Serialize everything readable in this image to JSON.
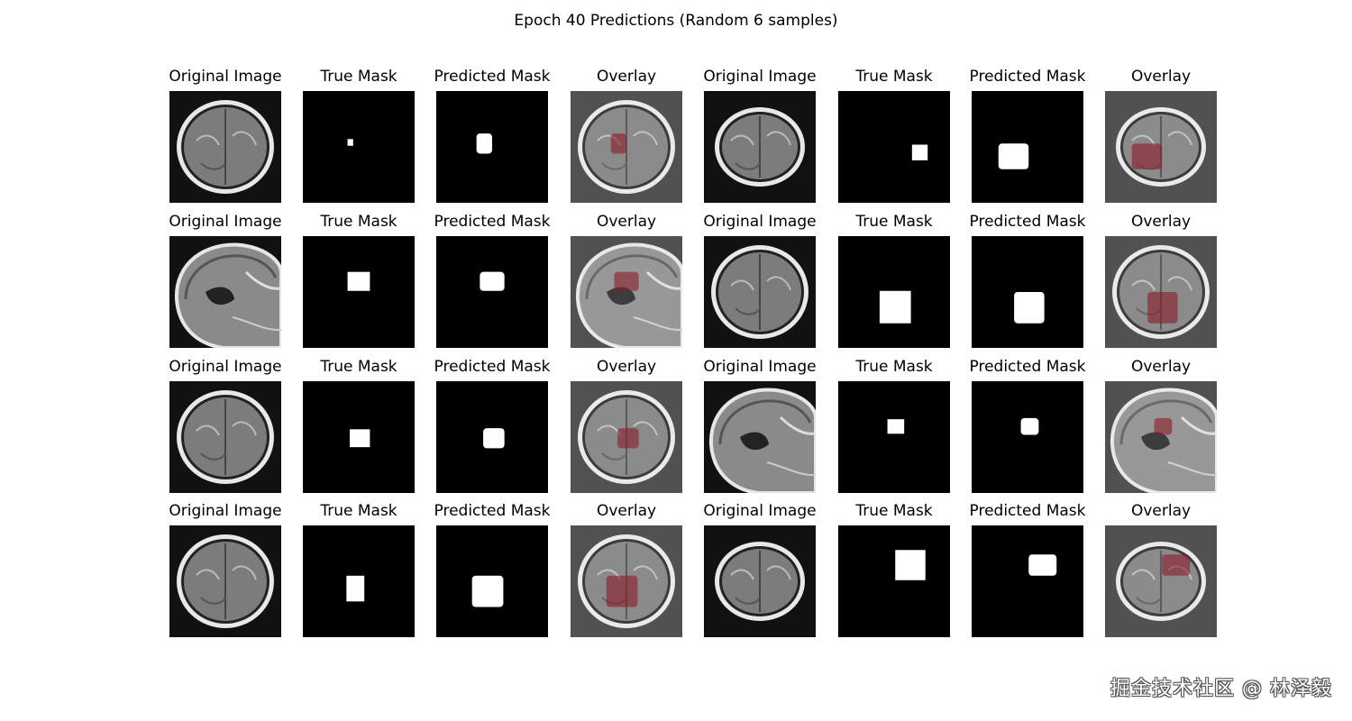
{
  "figure": {
    "title": "Epoch 40 Predictions (Random 6 samples)",
    "panel_titles": [
      "Original Image",
      "True Mask",
      "Predicted Mask",
      "Overlay"
    ],
    "colors": {
      "mask": "#ffffff",
      "background": "#000000",
      "overlay": "#8b1a2a"
    }
  },
  "samples": [
    {
      "mri": "axial-skull",
      "true_box": [
        0.4,
        0.43,
        0.05,
        0.06
      ],
      "pred_box": [
        0.36,
        0.38,
        0.14,
        0.18
      ]
    },
    {
      "mri": "axial-round",
      "true_box": [
        0.66,
        0.48,
        0.14,
        0.14
      ],
      "pred_box": [
        0.24,
        0.47,
        0.27,
        0.23
      ]
    },
    {
      "mri": "sagittal",
      "true_box": [
        0.4,
        0.32,
        0.2,
        0.17
      ],
      "pred_box": [
        0.39,
        0.32,
        0.22,
        0.17
      ]
    },
    {
      "mri": "axial-skull",
      "true_box": [
        0.37,
        0.49,
        0.28,
        0.29
      ],
      "pred_box": [
        0.38,
        0.5,
        0.27,
        0.28
      ]
    },
    {
      "mri": "axial-skull",
      "true_box": [
        0.42,
        0.43,
        0.18,
        0.16
      ],
      "pred_box": [
        0.42,
        0.42,
        0.19,
        0.18
      ]
    },
    {
      "mri": "sagittal",
      "true_box": [
        0.44,
        0.34,
        0.15,
        0.13
      ],
      "pred_box": [
        0.44,
        0.33,
        0.16,
        0.15
      ]
    },
    {
      "mri": "axial-skull",
      "true_box": [
        0.39,
        0.45,
        0.16,
        0.23
      ],
      "pred_box": [
        0.32,
        0.45,
        0.28,
        0.28
      ]
    },
    {
      "mri": "axial-round",
      "true_box": [
        0.51,
        0.22,
        0.27,
        0.27
      ],
      "pred_box": [
        0.51,
        0.26,
        0.25,
        0.19
      ]
    }
  ],
  "watermark": "掘金技术社区 @ 林泽毅"
}
